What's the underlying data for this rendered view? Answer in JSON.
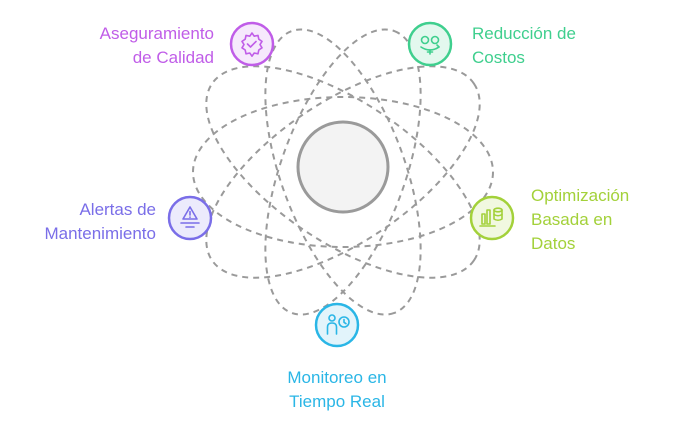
{
  "nodes": {
    "quality": {
      "lines": [
        "Aseguramiento",
        "de Calidad"
      ],
      "color": "#c05de8",
      "fill": "#f6e9fc",
      "icon": "gear-check-icon"
    },
    "costs": {
      "lines": [
        "Reducción de",
        "Costos"
      ],
      "color": "#3fcf8e",
      "fill": "#e3f8ee",
      "icon": "money-cycle-icon"
    },
    "data": {
      "lines": [
        "Optimización",
        "Basada en",
        "Datos"
      ],
      "color": "#a3d13a",
      "fill": "#f1f8e0",
      "icon": "chart-database-icon"
    },
    "monitoring": {
      "lines": [
        "Monitoreo en",
        "Tiempo Real"
      ],
      "color": "#2ab6e6",
      "fill": "#e2f4fb",
      "icon": "person-clock-icon"
    },
    "alerts": {
      "lines": [
        "Alertas de",
        "Mantenimiento"
      ],
      "color": "#7a6ee8",
      "fill": "#ecebfc",
      "icon": "warning-alert-icon"
    }
  },
  "center": {
    "color": "#9a9a9a",
    "fill": "#f3f3f3"
  },
  "orbit_color": "#9a9a9a"
}
